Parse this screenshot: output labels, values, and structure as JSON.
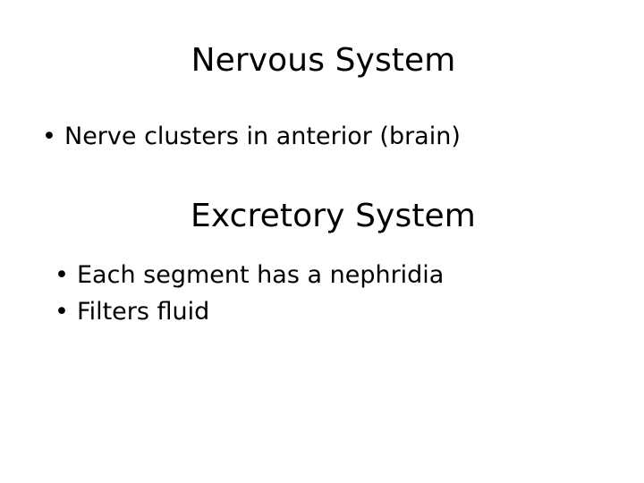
{
  "slide": {
    "background_color": "#ffffff",
    "text_color": "#000000",
    "sections": [
      {
        "heading": "Nervous System",
        "bullets": [
          {
            "marker": "•",
            "text": "Nerve clusters in anterior (brain)"
          }
        ]
      },
      {
        "heading": "Excretory System",
        "bullets": [
          {
            "marker": "•",
            "text": "Each segment has a nephridia"
          },
          {
            "marker": "•",
            "text": "Filters fluid"
          }
        ]
      }
    ]
  }
}
